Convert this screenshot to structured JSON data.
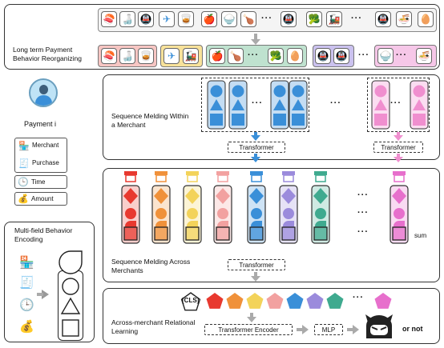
{
  "panels": {
    "reorg_label": "Long term Payment Behavior Reorganizing",
    "meld_within_label": "Sequence Melding Within a Merchant",
    "meld_across_label": "Sequence Melding Across Merchants",
    "relational_label": "Across-merchant Relational Learning",
    "encoding_label": "Multi-field Behavior Encoding"
  },
  "payment": {
    "title": "Payment i",
    "fields": [
      "Merchant",
      "Purchase",
      "Time",
      "Amount"
    ]
  },
  "modules": {
    "transformer": "Transformer",
    "transformer_encoder": "Transformer Encoder",
    "mlp": "MLP",
    "cls": "[CLS]",
    "or_not": "or not",
    "sum": "sum",
    "ellipsis": "···"
  },
  "colors": {
    "blue": "#3a8fd8",
    "pink": "#f08fcf",
    "red": "#e8392f",
    "orange": "#f0913a",
    "yellow": "#f3d35a",
    "salmon": "#f2a1a0",
    "purple": "#9b8bdc",
    "teal": "#3faa8f",
    "magenta": "#e76fcc",
    "store_blue": "#2b8fd6"
  },
  "icons": {
    "row1": [
      "sushi-icon",
      "bottle-icon",
      "metro-icon",
      "airplane-icon",
      "glass-icon",
      "apple-icon",
      "rice-bowl-icon",
      "drumstick-icon",
      "metro-icon",
      "broccoli-icon",
      "train-icon",
      "metro-icon",
      "noodles-icon",
      "egg-icon"
    ]
  }
}
